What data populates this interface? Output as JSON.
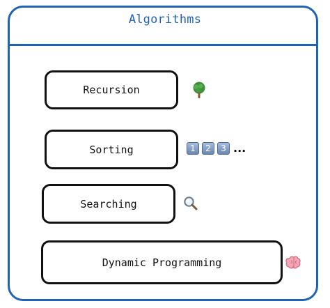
{
  "title": "Algorithms",
  "items": [
    {
      "label": "Recursion",
      "icon": "tree-icon"
    },
    {
      "label": "Sorting",
      "icon": "numbers-icon",
      "keys": [
        "1",
        "2",
        "3"
      ],
      "suffix": "..."
    },
    {
      "label": "Searching",
      "icon": "magnifier-icon"
    },
    {
      "label": "Dynamic Programming",
      "icon": "brain-icon"
    }
  ],
  "colors": {
    "frame": "#1f63b5",
    "box": "#111111"
  }
}
